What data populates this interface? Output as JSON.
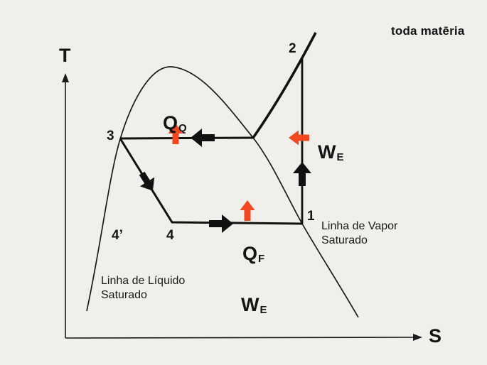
{
  "background": "#f0efec",
  "colors": {
    "ink": "#141414",
    "line": "#1a1a1a",
    "accent": "#f3481f"
  },
  "brand": {
    "logo_text": "toda matēria"
  },
  "axes": {
    "y_label": "T",
    "x_label": "S"
  },
  "points": {
    "p1": "1",
    "p2": "2",
    "p3": "3",
    "p4": "4",
    "p4_prime": "4’"
  },
  "labels": {
    "q_hot": {
      "main": "Q",
      "sub": "Q"
    },
    "q_cold": {
      "main": "Q",
      "sub": "F"
    },
    "work_input": {
      "main": "W",
      "sub": "E"
    },
    "work_area": {
      "main": "W",
      "sub": "E"
    },
    "saturated_liquid_line": "Linha de Líquido\nSaturado",
    "saturated_vapor_line": "Linha de Vapor\nSaturado"
  },
  "arrows": [
    {
      "name": "condensation-flow-arrow",
      "direction": "left",
      "color": "#111111"
    },
    {
      "name": "heat-rejected-arrow",
      "direction": "up",
      "color": "#f3481f"
    },
    {
      "name": "expansion-flow-arrow",
      "direction": "down-right",
      "color": "#111111"
    },
    {
      "name": "evaporation-flow-arrow",
      "direction": "right",
      "color": "#111111"
    },
    {
      "name": "heat-absorbed-arrow",
      "direction": "up",
      "color": "#f3481f"
    },
    {
      "name": "compression-flow-arrow",
      "direction": "up",
      "color": "#111111"
    },
    {
      "name": "work-input-arrow",
      "direction": "left",
      "color": "#f3481f"
    }
  ]
}
